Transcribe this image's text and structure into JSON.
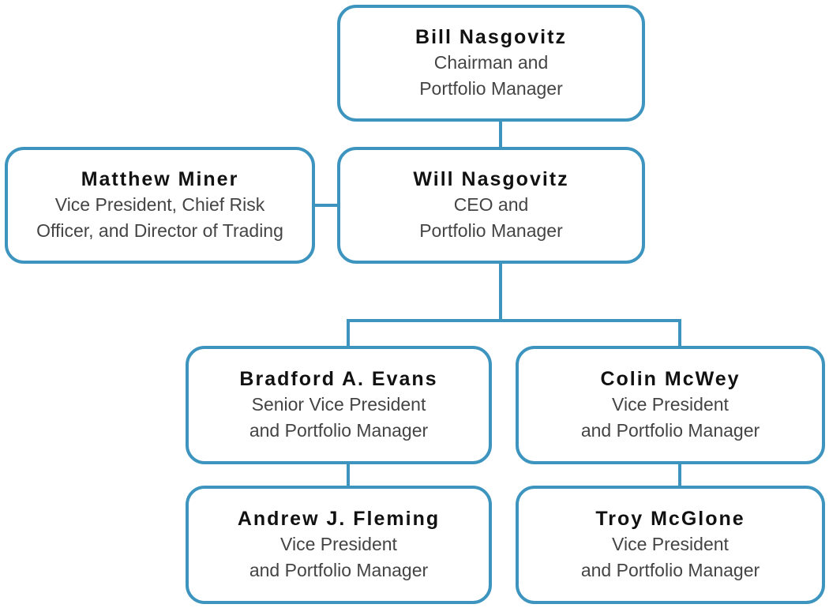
{
  "colors": {
    "box_border": "#3d95bf",
    "connector": "#3d95bf",
    "name_text": "#111111",
    "title_text": "#444444"
  },
  "nodes": {
    "bill": {
      "name": "Bill Nasgovitz",
      "title_lines": [
        "Chairman and",
        "Portfolio Manager"
      ]
    },
    "will": {
      "name": "Will Nasgovitz",
      "title_lines": [
        "CEO and",
        "Portfolio Manager"
      ]
    },
    "matthew": {
      "name": "Matthew Miner",
      "title_lines": [
        "Vice President, Chief Risk",
        "Officer, and Director of Trading"
      ]
    },
    "bradford": {
      "name": "Bradford A. Evans",
      "title_lines": [
        "Senior Vice President",
        "and Portfolio Manager"
      ]
    },
    "colin": {
      "name": "Colin McWey",
      "title_lines": [
        "Vice President",
        "and Portfolio Manager"
      ]
    },
    "andrew": {
      "name": "Andrew J. Fleming",
      "title_lines": [
        "Vice President",
        "and Portfolio Manager"
      ]
    },
    "troy": {
      "name": "Troy McGlone",
      "title_lines": [
        "Vice President",
        "and Portfolio Manager"
      ]
    }
  }
}
